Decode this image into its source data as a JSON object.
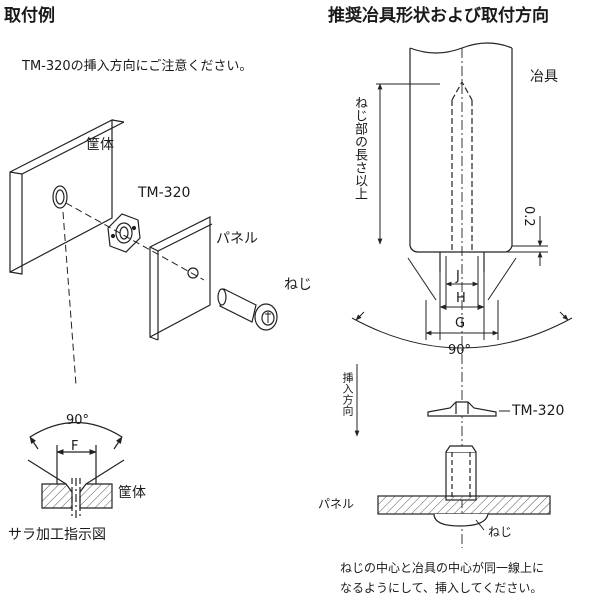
{
  "left": {
    "heading": "取付例",
    "note": "TM-320の挿入方向にご注意ください。",
    "housing_label": "筐体",
    "part_label": "TM-320",
    "panel_label": "パネル",
    "screw_label": "ねじ",
    "angle_label": "90°",
    "dim_f": "F",
    "housing_label_bottom": "筐体",
    "caption": "サラ加工指示図"
  },
  "right": {
    "heading": "推奨冶具形状および取付方向",
    "jig_label": "冶具",
    "length_label": "ねじ部の長さ以上",
    "gap_label": "0.2",
    "dim_j": "J",
    "dim_h": "H",
    "dim_g": "G",
    "angle_label": "90°",
    "direction_label": "挿入方向",
    "part_label": "TM-320",
    "panel_label": "パネル",
    "screw_label": "ねじ",
    "note_line1": "ねじの中心と冶具の中心が同一線上に",
    "note_line2": "なるようにして、挿入してください。"
  }
}
